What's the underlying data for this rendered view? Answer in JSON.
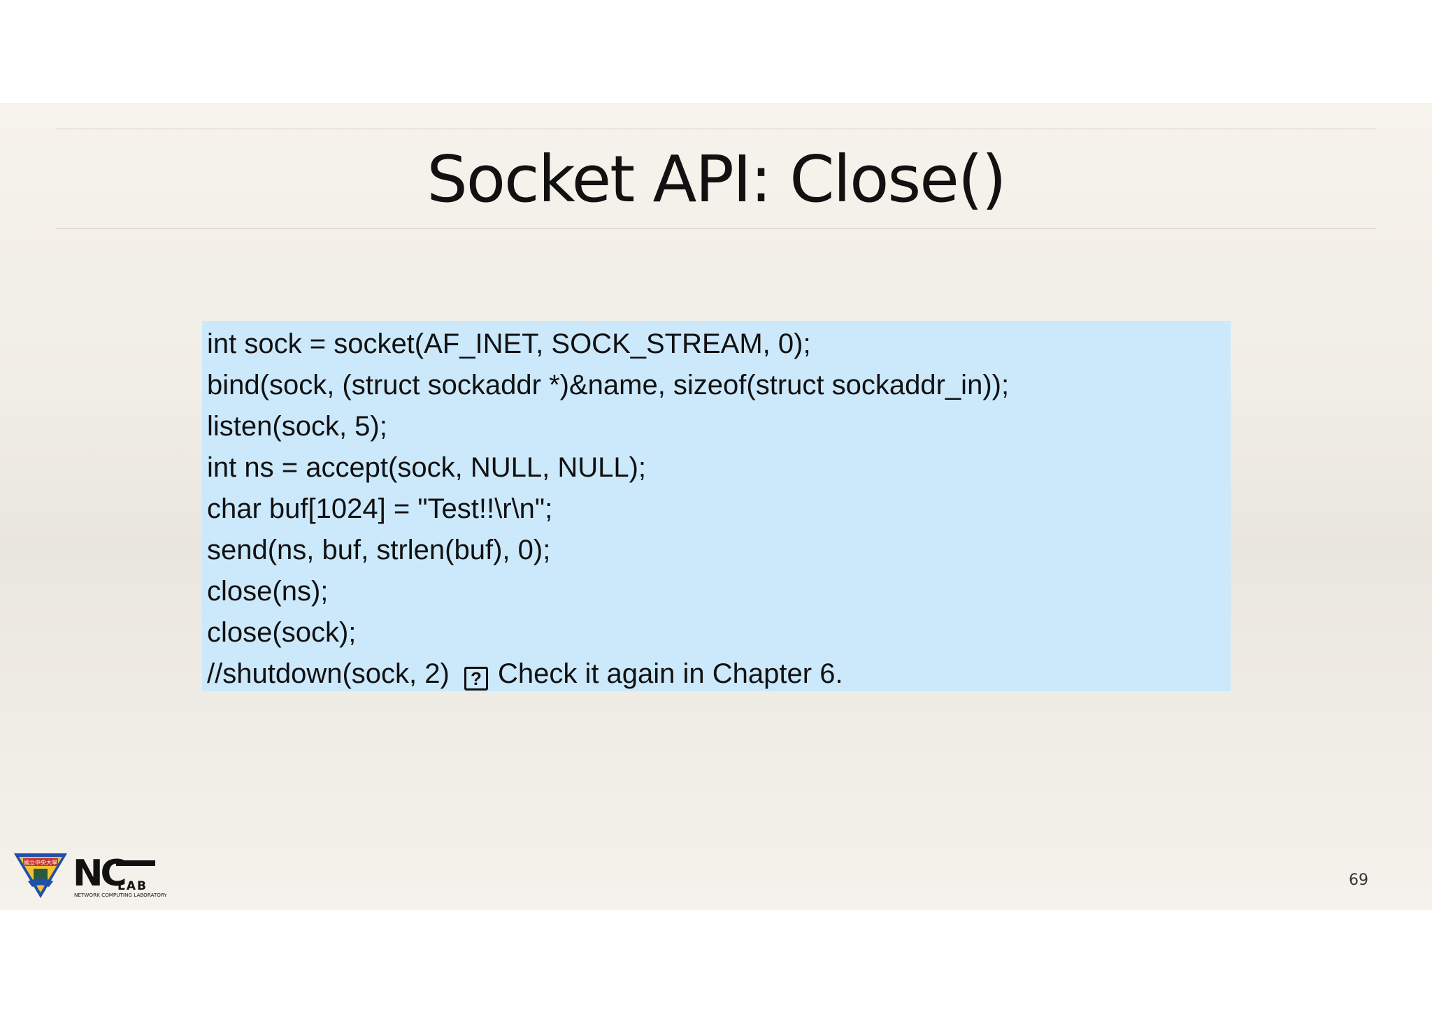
{
  "slide": {
    "title": "Socket API: Close()",
    "code_lines": [
      "int sock = socket(AF_INET, SOCK_STREAM, 0);",
      "bind(sock, (struct sockaddr *)&name, sizeof(struct sockaddr_in));",
      "listen(sock, 5);",
      "int ns = accept(sock, NULL, NULL);",
      "char buf[1024] = \"Test!!\\r\\n\";",
      "send(ns, buf, strlen(buf), 0);",
      "close(ns);",
      "close(sock);"
    ],
    "last_line": {
      "code": "//shutdown(sock, 2)",
      "icon_glyph": "?",
      "note": "Check it again in Chapter 6."
    },
    "page_number": "69",
    "logo": {
      "main_text": "NC",
      "sub_text": "LAB",
      "caption": "NETWORK COMPUTING LABORATORY",
      "seal_text": "國立中央大學"
    },
    "colors": {
      "code_background": "#cce9fc",
      "text": "#111111"
    }
  }
}
